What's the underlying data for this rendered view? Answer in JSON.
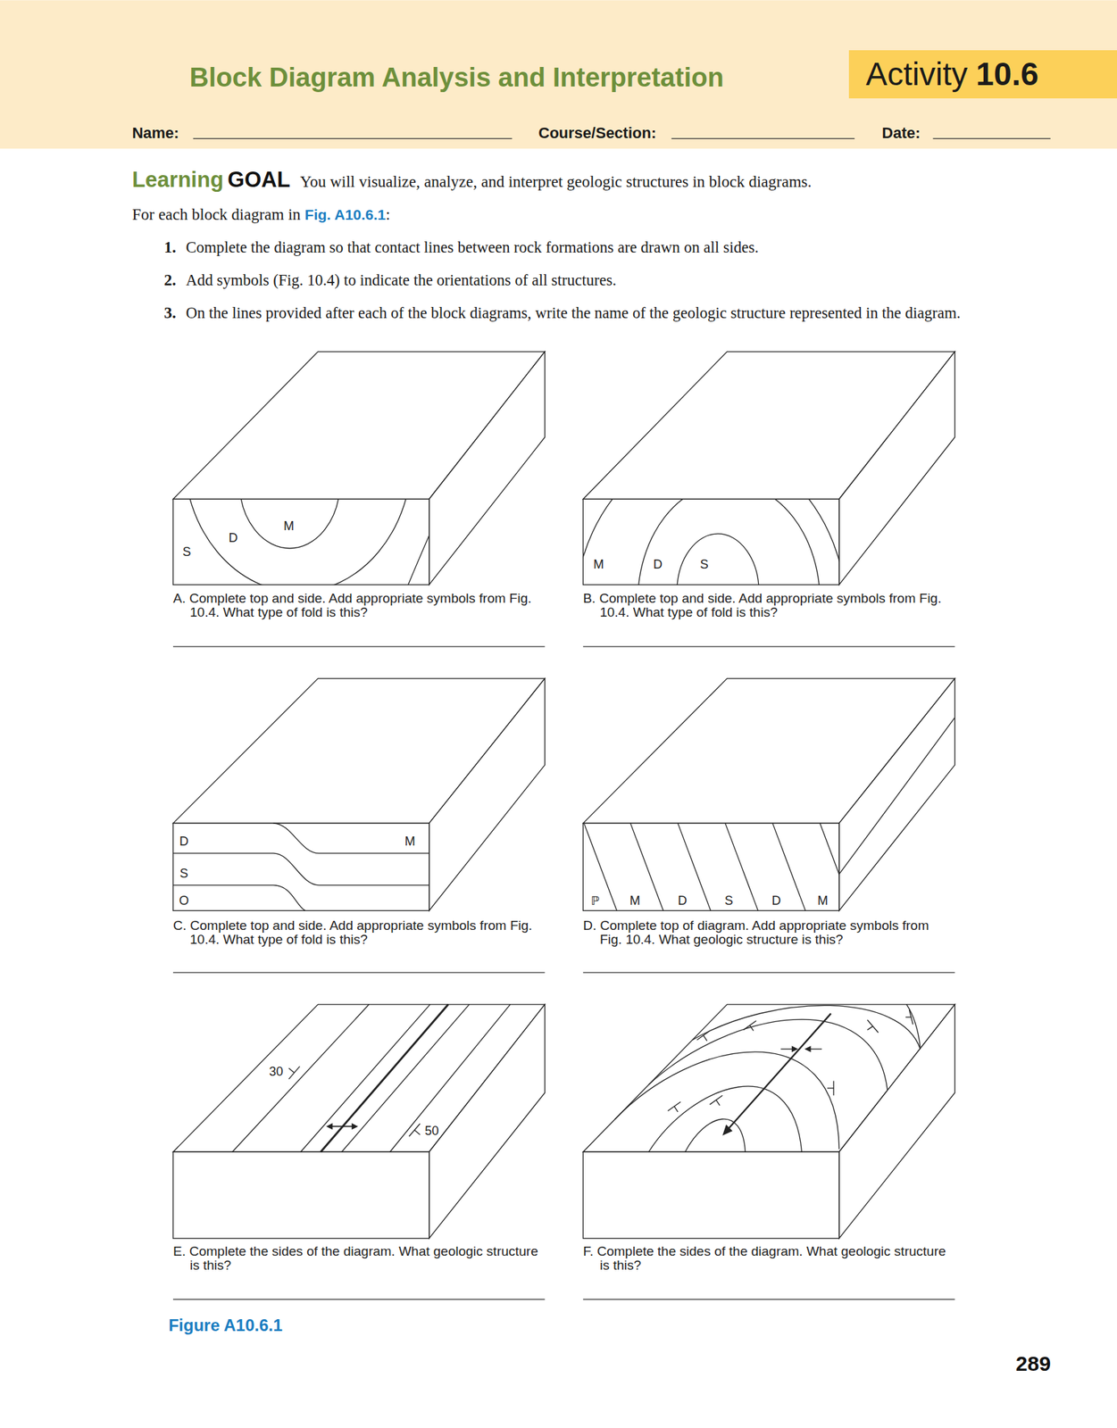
{
  "diagram": {
    "title": "Block Diagram Analysis and Interpretation",
    "caption": "Figure A10.6.1",
    "nodes": [
      {
        "text": [
          "Activity",
          "10.6"
        ]
      }
    ],
    "labels": [
      "Name:",
      "Course/Section:",
      "Date:",
      "Learning",
      "GOAL",
      "You will visualize, analyze, and interpret geologic structures in block diagrams.",
      "For each block diagram in",
      "Fig. A10.6.1",
      ":",
      "1.",
      "Complete the diagram so that contact lines between rock formations are drawn on all sides.",
      "2.",
      "Add symbols (Fig. 10.4) to indicate the orientations of all structures.",
      "3.",
      "On the lines provided after each of the block diagrams, write the name of the geologic structure represented in the diagram.",
      "M",
      "D",
      "S",
      "M",
      "D",
      "S",
      "A. Complete top and side. Add appropriate symbols from Fig. 10.4. What type of fold is this?",
      "B. Complete top and side. Add appropriate symbols from Fig. 10.4. What type of fold is this?",
      "D",
      "M",
      "S",
      "O",
      "ℙ",
      "M",
      "D",
      "S",
      "D",
      "M",
      "C. Complete top and side. Add appropriate symbols from Fig. 10.4. What type of fold is this?",
      "D. Complete top of diagram. Add appropriate symbols from Fig. 10.4. What geologic structure is this?",
      "30",
      "50",
      "E. Complete the sides of the diagram. What geologic structure is this?",
      "F. Complete the sides of the diagram. What geologic structure is this?",
      "289"
    ]
  }
}
